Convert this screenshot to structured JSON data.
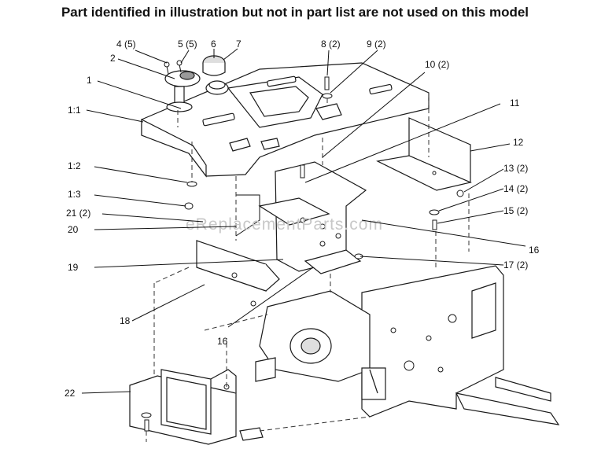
{
  "title": "Part identified in illustration but not in part list are not used on this model",
  "watermark": "eReplacementParts.com",
  "callouts": {
    "c1": "1",
    "c1_1": "1:1",
    "c1_2": "1:2",
    "c1_3": "1:3",
    "c2": "2",
    "c4": "4 (5)",
    "c5": "5 (5)",
    "c6": "6",
    "c7": "7",
    "c8": "8 (2)",
    "c9": "9 (2)",
    "c10": "10 (2)",
    "c11": "11",
    "c12": "12",
    "c13": "13 (2)",
    "c14": "14 (2)",
    "c15": "15 (2)",
    "c16a": "16",
    "c16b": "16",
    "c17": "17 (2)",
    "c18": "18",
    "c19": "19",
    "c20": "20",
    "c21": "21 (2)",
    "c22": "22"
  },
  "colors": {
    "line": "#1a1a1a",
    "watermark": "#c8c8c8",
    "background": "#ffffff"
  }
}
